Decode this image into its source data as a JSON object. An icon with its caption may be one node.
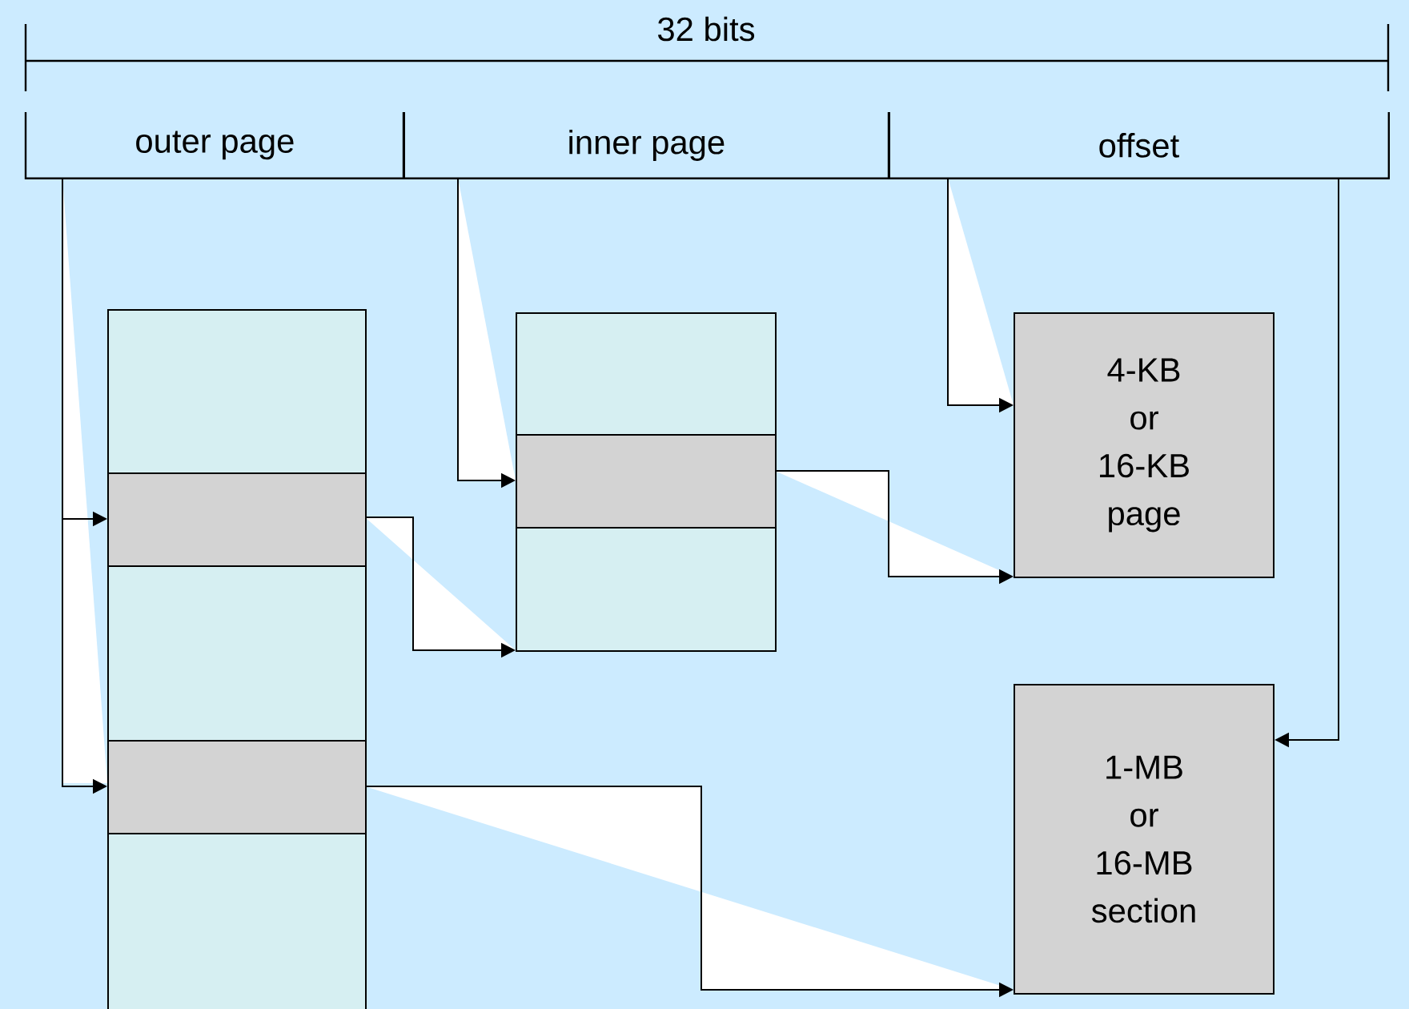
{
  "diagram": {
    "nodes": [
      {
        "text": [
          "outer page"
        ]
      },
      {
        "text": [
          "inner page"
        ]
      },
      {
        "text": [
          "offset"
        ]
      },
      {
        "text": [],
        "shape": "box"
      },
      {
        "text": [],
        "shape": "box",
        "in": 3
      },
      {
        "text": [],
        "shape": "box",
        "in": 3
      },
      {
        "text": [],
        "shape": "box"
      },
      {
        "text": [],
        "shape": "box",
        "in": 6
      },
      {
        "text": [
          "4-KB or 16-KB page"
        ]
      },
      {
        "text": [
          "1-MB or 16-MB section"
        ]
      }
    ],
    "edges": [
      {
        "from": 0,
        "to": 4,
        "arrow": "to"
      },
      {
        "from": 0,
        "to": 5,
        "arrow": "to"
      },
      {
        "from": 1,
        "to": 7,
        "arrow": "to"
      },
      {
        "from": 2,
        "to": 8,
        "arrow": "to"
      },
      {
        "from": 4,
        "to": 6,
        "arrow": "to"
      },
      {
        "from": 7,
        "to": 8,
        "arrow": "to"
      },
      {
        "from": 2,
        "to": 9,
        "arrow": "to"
      },
      {
        "from": 5,
        "to": 9,
        "arrow": "to"
      }
    ],
    "labels": [
      "32 bits"
    ]
  }
}
